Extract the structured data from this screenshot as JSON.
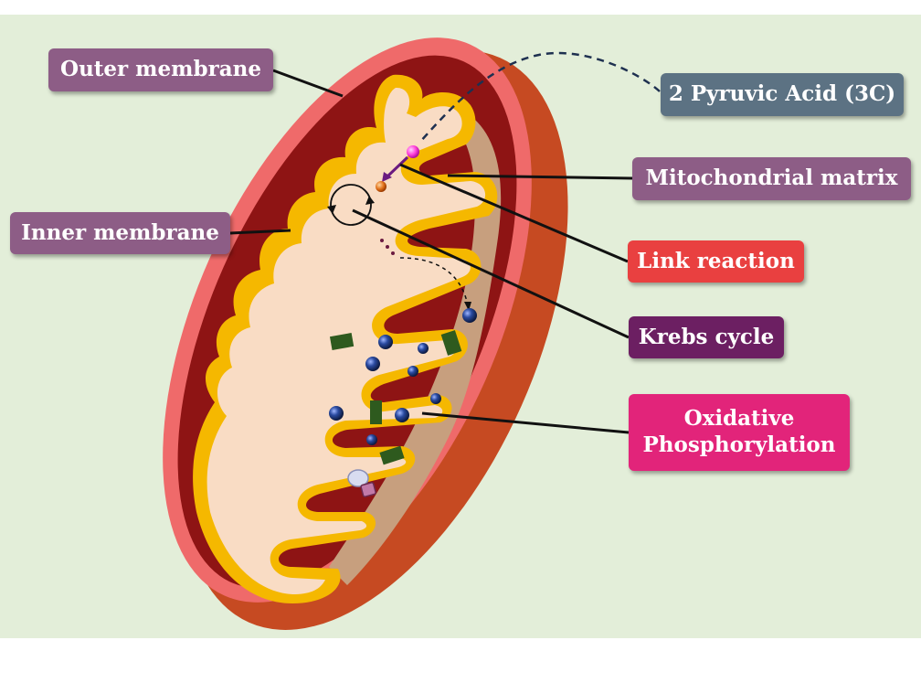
{
  "labels": {
    "outer_membrane": "Outer membrane",
    "inner_membrane": "Inner membrane",
    "pyruvic_acid": "2 Pyruvic Acid (3C)",
    "mitochondrial_matrix": "Mitochondrial matrix",
    "link_reaction": "Link reaction",
    "krebs_cycle": "Krebs cycle",
    "oxidative_line1": "Oxidative",
    "oxidative_line2": "Phosphorylation"
  },
  "colors": {
    "background": "#e3eed9",
    "outer_membrane": "#ef6a6a",
    "outer_rim_shadow": "#c94a2a",
    "intermembrane_space": "#8e1414",
    "inner_membrane": "#f5b800",
    "matrix": "#f9dcc4",
    "cristae_shadow": "#c79f7e",
    "label_purple": "#8d5d86",
    "label_slate": "#5c7283",
    "label_red": "#e94040",
    "label_plum": "#6c1f62",
    "label_pink": "#e2247a",
    "protein_complex": "#2e5a1e",
    "carrier_sphere": "#1a2f6a"
  }
}
